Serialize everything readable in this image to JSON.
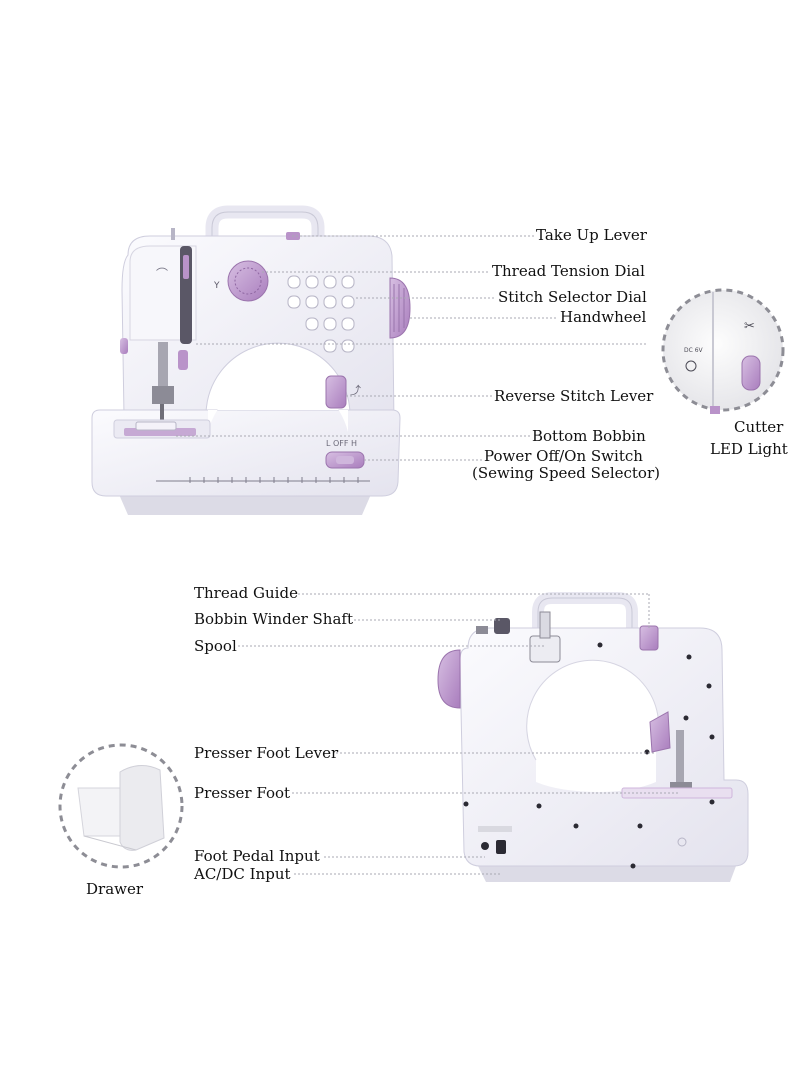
{
  "colors": {
    "lavender": "#b993c9",
    "body": "#f1f0f7",
    "line": "#9a9a9a"
  },
  "top_diagram": {
    "labels": {
      "take_up_lever": "Take Up Lever",
      "thread_tension_dial": "Thread Tension Dial",
      "stitch_selector_dial": "Stitch Selector Dial",
      "handwheel": "Handwheel",
      "reverse_stitch_lever": "Reverse Stitch Lever",
      "bottom_bobbin": "Bottom Bobbin",
      "power_switch_line1": "Power Off/On Switch",
      "power_switch_line2": "(Sewing Speed Selector)",
      "cutter": "Cutter",
      "led_light": "LED Light"
    },
    "switch_text": "L OFF H",
    "inset_power_text": "DC 6V"
  },
  "bottom_diagram": {
    "labels": {
      "thread_guide": "Thread Guide",
      "bobbin_winder_shaft": "Bobbin Winder Shaft",
      "spool": "Spool",
      "presser_foot_lever": "Presser Foot Lever",
      "presser_foot": "Presser Foot",
      "foot_pedal_input": "Foot Pedal Input",
      "ac_dc_input": "AC/DC Input",
      "drawer": "Drawer"
    }
  }
}
